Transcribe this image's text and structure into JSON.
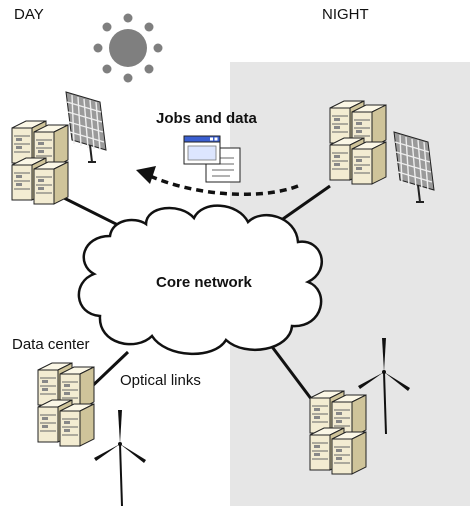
{
  "labels": {
    "day": "DAY",
    "night": "NIGHT",
    "jobs_and_data": "Jobs and data",
    "core_network": "Core network",
    "data_center": "Data center",
    "optical_links": "Optical links"
  },
  "icons": [
    "sun-icon",
    "solar-panel-icon",
    "wind-turbine-icon",
    "server-rack-icon",
    "document-window-icon",
    "cloud-icon"
  ],
  "colors": {
    "night_background": "#e6e6e6",
    "server_body": "#f3ecd2",
    "server_shade": "#d9cfa8",
    "sun": "#7f7f7f",
    "link": "#111111"
  }
}
